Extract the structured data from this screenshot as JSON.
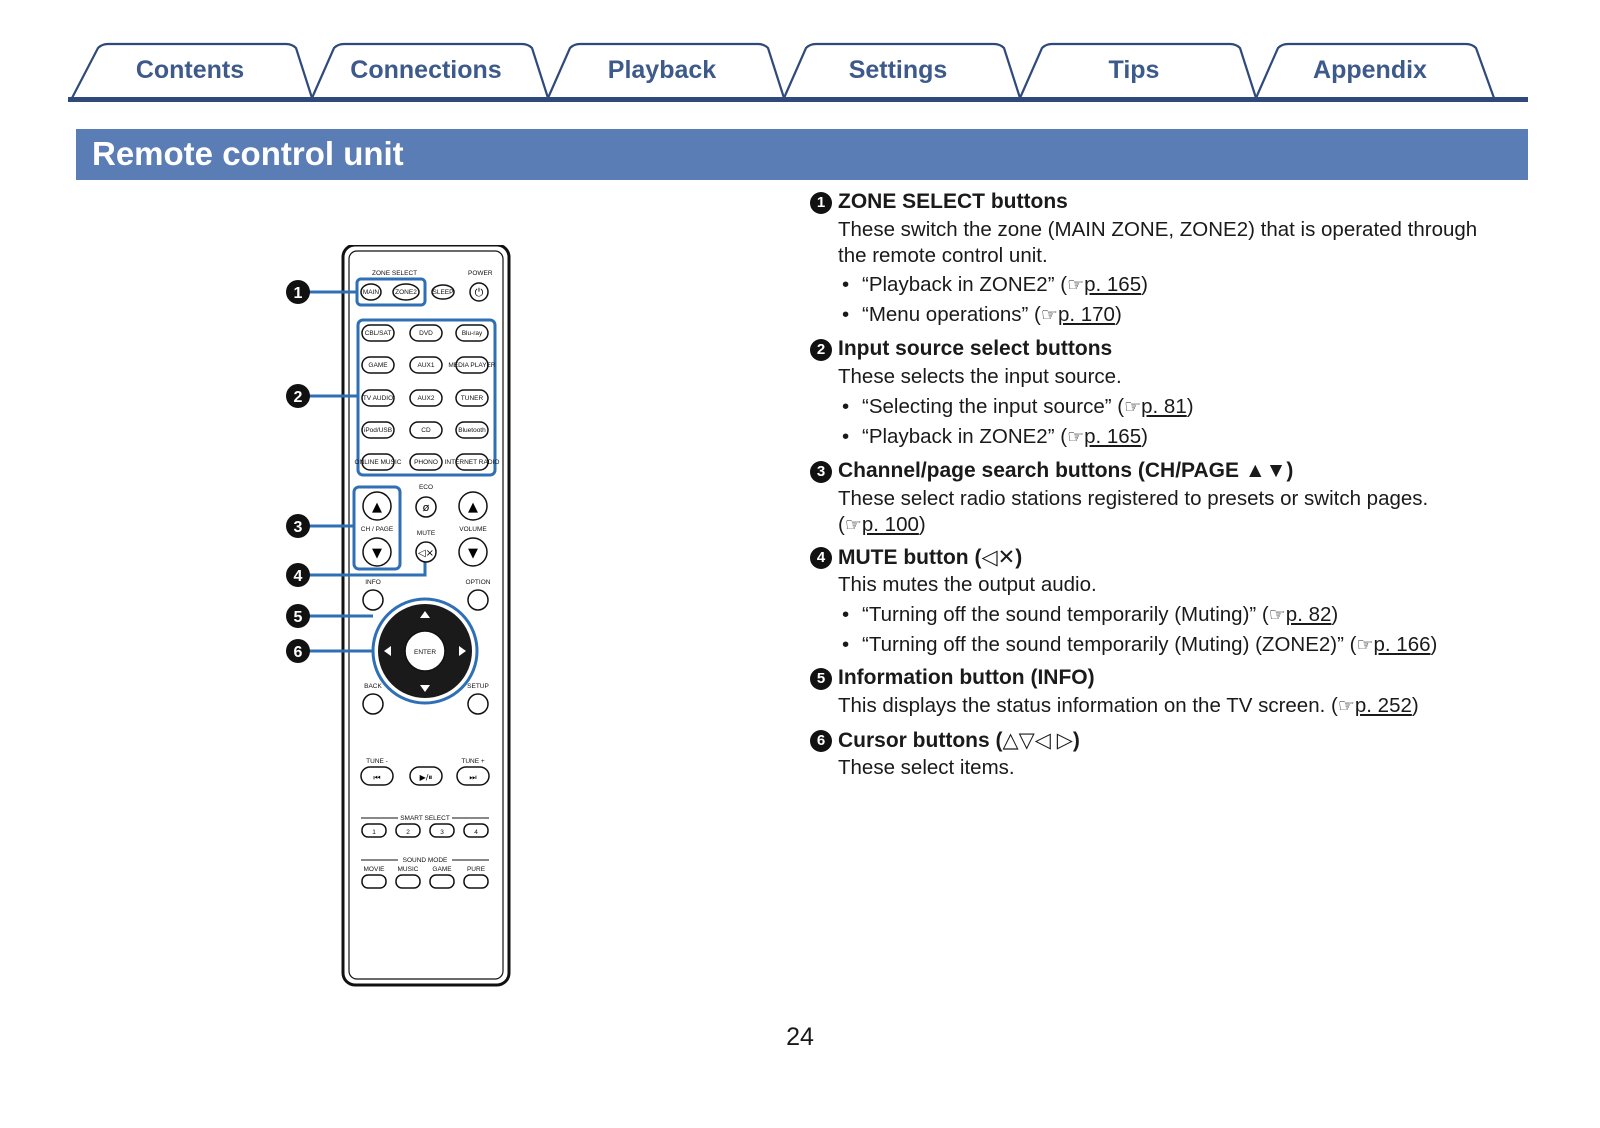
{
  "tabs": [
    {
      "label": "Contents"
    },
    {
      "label": "Connections"
    },
    {
      "label": "Playback"
    },
    {
      "label": "Settings"
    },
    {
      "label": "Tips"
    },
    {
      "label": "Appendix"
    }
  ],
  "colors": {
    "accent": "#5a7db5",
    "tab_text": "#3d5a8a",
    "tab_line": "#2f4a7a",
    "highlight": "#2f6fb5"
  },
  "section_title": "Remote control unit",
  "remote": {
    "callouts": [
      "1",
      "2",
      "3",
      "4",
      "5",
      "6"
    ],
    "labels": {
      "zone_select": "ZONE SELECT",
      "power": "POWER",
      "main": "MAIN",
      "zone2": "ZONE2",
      "sleep": "SLEEP",
      "cbl_sat": "CBL/SAT",
      "dvd": "DVD",
      "bluray": "Blu-ray",
      "game": "GAME",
      "aux1": "AUX1",
      "media_player": "MEDIA PLAYER",
      "tv_audio": "TV AUDIO",
      "aux2": "AUX2",
      "tuner": "TUNER",
      "ipod_usb": "iPod/USB",
      "cd": "CD",
      "bluetooth": "Bluetooth",
      "online_music": "ONLINE MUSIC",
      "phono": "PHONO",
      "internet_radio": "INTERNET RADIO",
      "eco": "ECO",
      "ch_page": "CH / PAGE",
      "mute": "MUTE",
      "volume": "VOLUME",
      "info": "INFO",
      "option": "OPTION",
      "enter": "ENTER",
      "back": "BACK",
      "setup": "SETUP",
      "tune_minus": "TUNE -",
      "tune_plus": "TUNE +",
      "smart_select": "SMART SELECT",
      "s1": "1",
      "s2": "2",
      "s3": "3",
      "s4": "4",
      "sound_mode": "SOUND MODE",
      "movie": "MOVIE",
      "music": "MUSIC",
      "game2": "GAME",
      "pure": "PURE"
    }
  },
  "items": [
    {
      "num": "1",
      "heading": "ZONE SELECT buttons",
      "lines": [
        "These switch the zone (MAIN ZONE, ZONE2) that is operated through",
        "the remote control unit."
      ],
      "bullets": [
        {
          "text": "“Playback in ZONE2” (",
          "ref": "p. 165",
          "close": ")"
        },
        {
          "text": "“Menu operations” (",
          "ref": "p. 170",
          "close": ")"
        }
      ]
    },
    {
      "num": "2",
      "heading": "Input source select buttons",
      "lines": [
        "These selects the input source."
      ],
      "bullets": [
        {
          "text": "“Selecting the input source” (",
          "ref": "p. 81",
          "close": ")"
        },
        {
          "text": "“Playback in ZONE2” (",
          "ref": "p. 165",
          "close": ")"
        }
      ]
    },
    {
      "num": "3",
      "heading": "Channel/page search buttons (CH/PAGE ▲▼)",
      "lines": [
        "These select radio stations registered to presets or switch pages."
      ],
      "line2": {
        "text": " (",
        "ref": "p. 100",
        "close": ")"
      }
    },
    {
      "num": "4",
      "heading": "MUTE button (🔇)",
      "lines": [
        "This mutes the output audio."
      ],
      "bullets": [
        {
          "text": "“Turning off the sound temporarily (Muting)” (",
          "ref": "p. 82",
          "close": ")"
        },
        {
          "text": "“Turning off the sound temporarily (Muting) (ZONE2)” (",
          "ref": "p. 166",
          "close": ")"
        }
      ]
    },
    {
      "num": "5",
      "heading": "Information button (INFO)",
      "line_with_ref": {
        "text": "This displays the status information on the TV screen.  (",
        "ref": "p. 252",
        "close": ")"
      }
    },
    {
      "num": "6",
      "heading": "Cursor buttons (△▽◁ ▷)",
      "lines": [
        "These select items."
      ]
    }
  ],
  "mute_heading_prefix": "MUTE button (",
  "mute_heading_suffix": ")",
  "hand_icon": "☞",
  "page_number": "24"
}
